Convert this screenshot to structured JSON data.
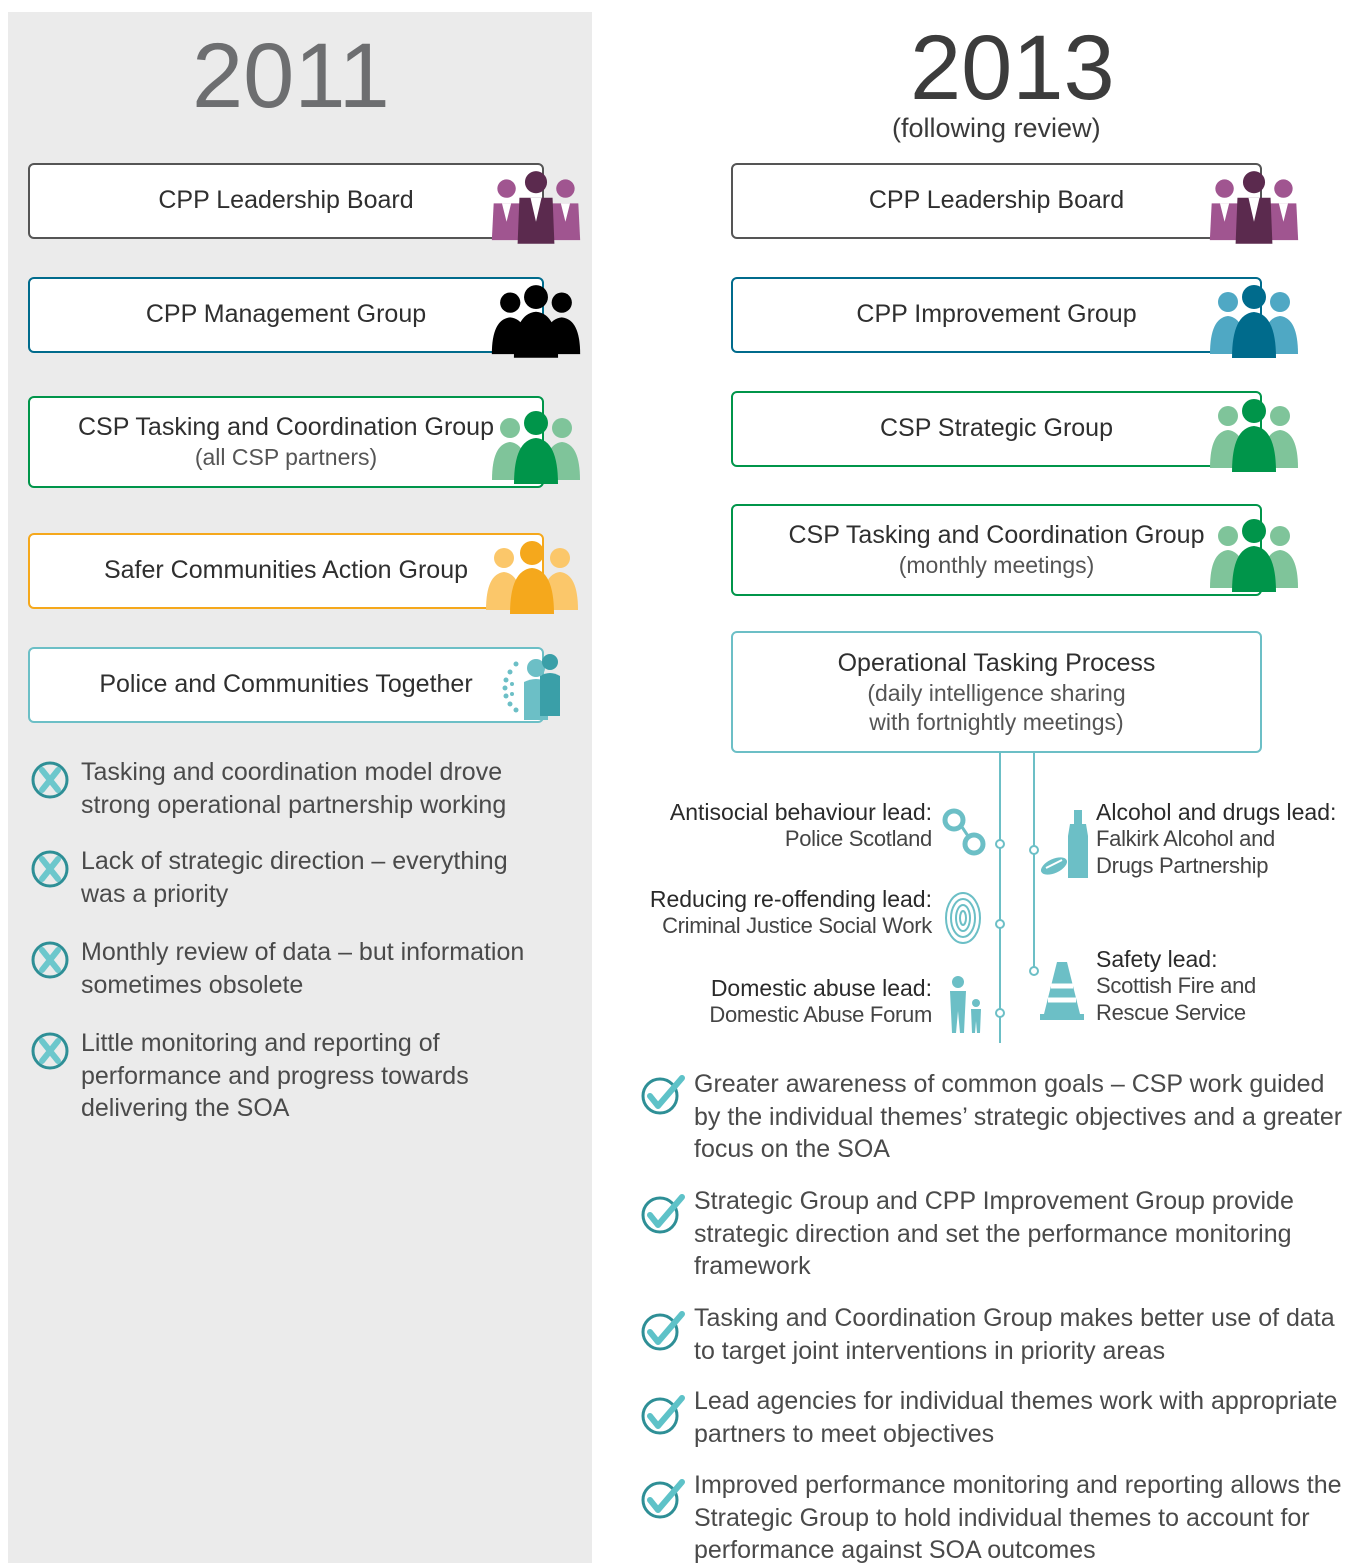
{
  "left": {
    "year": "2011",
    "boxes": [
      {
        "label": "CPP Leadership Board"
      },
      {
        "label": "CPP Management Group"
      },
      {
        "label": "CSP Tasking and Coordination Group",
        "sub": "(all CSP partners)"
      },
      {
        "label": "Safer Communities Action Group"
      },
      {
        "label": "Police and Communities Together"
      }
    ],
    "issues": [
      "Tasking and coordination model drove strong operational partnership working",
      "Lack of strategic direction – everything was a priority",
      "Monthly review of data – but information sometimes obsolete",
      "Little monitoring and reporting of performance and progress towards delivering the SOA"
    ]
  },
  "right": {
    "year": "2013",
    "subtitle": "(following review)",
    "boxes": [
      {
        "label": "CPP Leadership Board"
      },
      {
        "label": "CPP Improvement Group"
      },
      {
        "label": "CSP Strategic Group"
      },
      {
        "label": "CSP Tasking and Coordination Group",
        "sub": "(monthly meetings)"
      },
      {
        "label": "Operational Tasking Process",
        "sub1": "(daily intelligence sharing",
        "sub2": "with fortnightly meetings)"
      }
    ],
    "leads": [
      {
        "title": "Antisocial behaviour lead:",
        "name": "Police Scotland"
      },
      {
        "title": "Reducing re-offending lead:",
        "name": "Criminal Justice Social Work"
      },
      {
        "title": "Domestic abuse lead:",
        "name": "Domestic Abuse Forum"
      },
      {
        "title": "Alcohol and drugs lead:",
        "name1": "Falkirk Alcohol and",
        "name2": "Drugs Partnership"
      },
      {
        "title": "Safety lead:",
        "name1": "Scottish Fire and",
        "name2": "Rescue Service"
      }
    ],
    "benefits": [
      "Greater awareness of common goals – CSP work guided by the individual themes’ strategic objectives and a greater focus on the SOA",
      "Strategic Group and CPP Improvement Group provide strategic direction and set the performance monitoring framework",
      "Tasking and Coordination Group makes better use of data to target joint interventions in priority areas",
      "Lead agencies for individual themes work with appropriate partners to meet objectives",
      "Improved performance monitoring and reporting allows the Strategic Group to hold individual themes to account for performance against SOA outcomes"
    ]
  },
  "colors": {
    "leadership": "#5b2a4e",
    "leadership_light": "#a05590",
    "management": "#006b8c",
    "management_light": "#4fa8c4",
    "strategic": "#00954a",
    "strategic_light": "#7fc49a",
    "action": "#f5a81c",
    "action_light": "#fbc76a",
    "pact": "#6cbfc6",
    "check": "#5ec2c8",
    "panel": "#ebebeb"
  }
}
